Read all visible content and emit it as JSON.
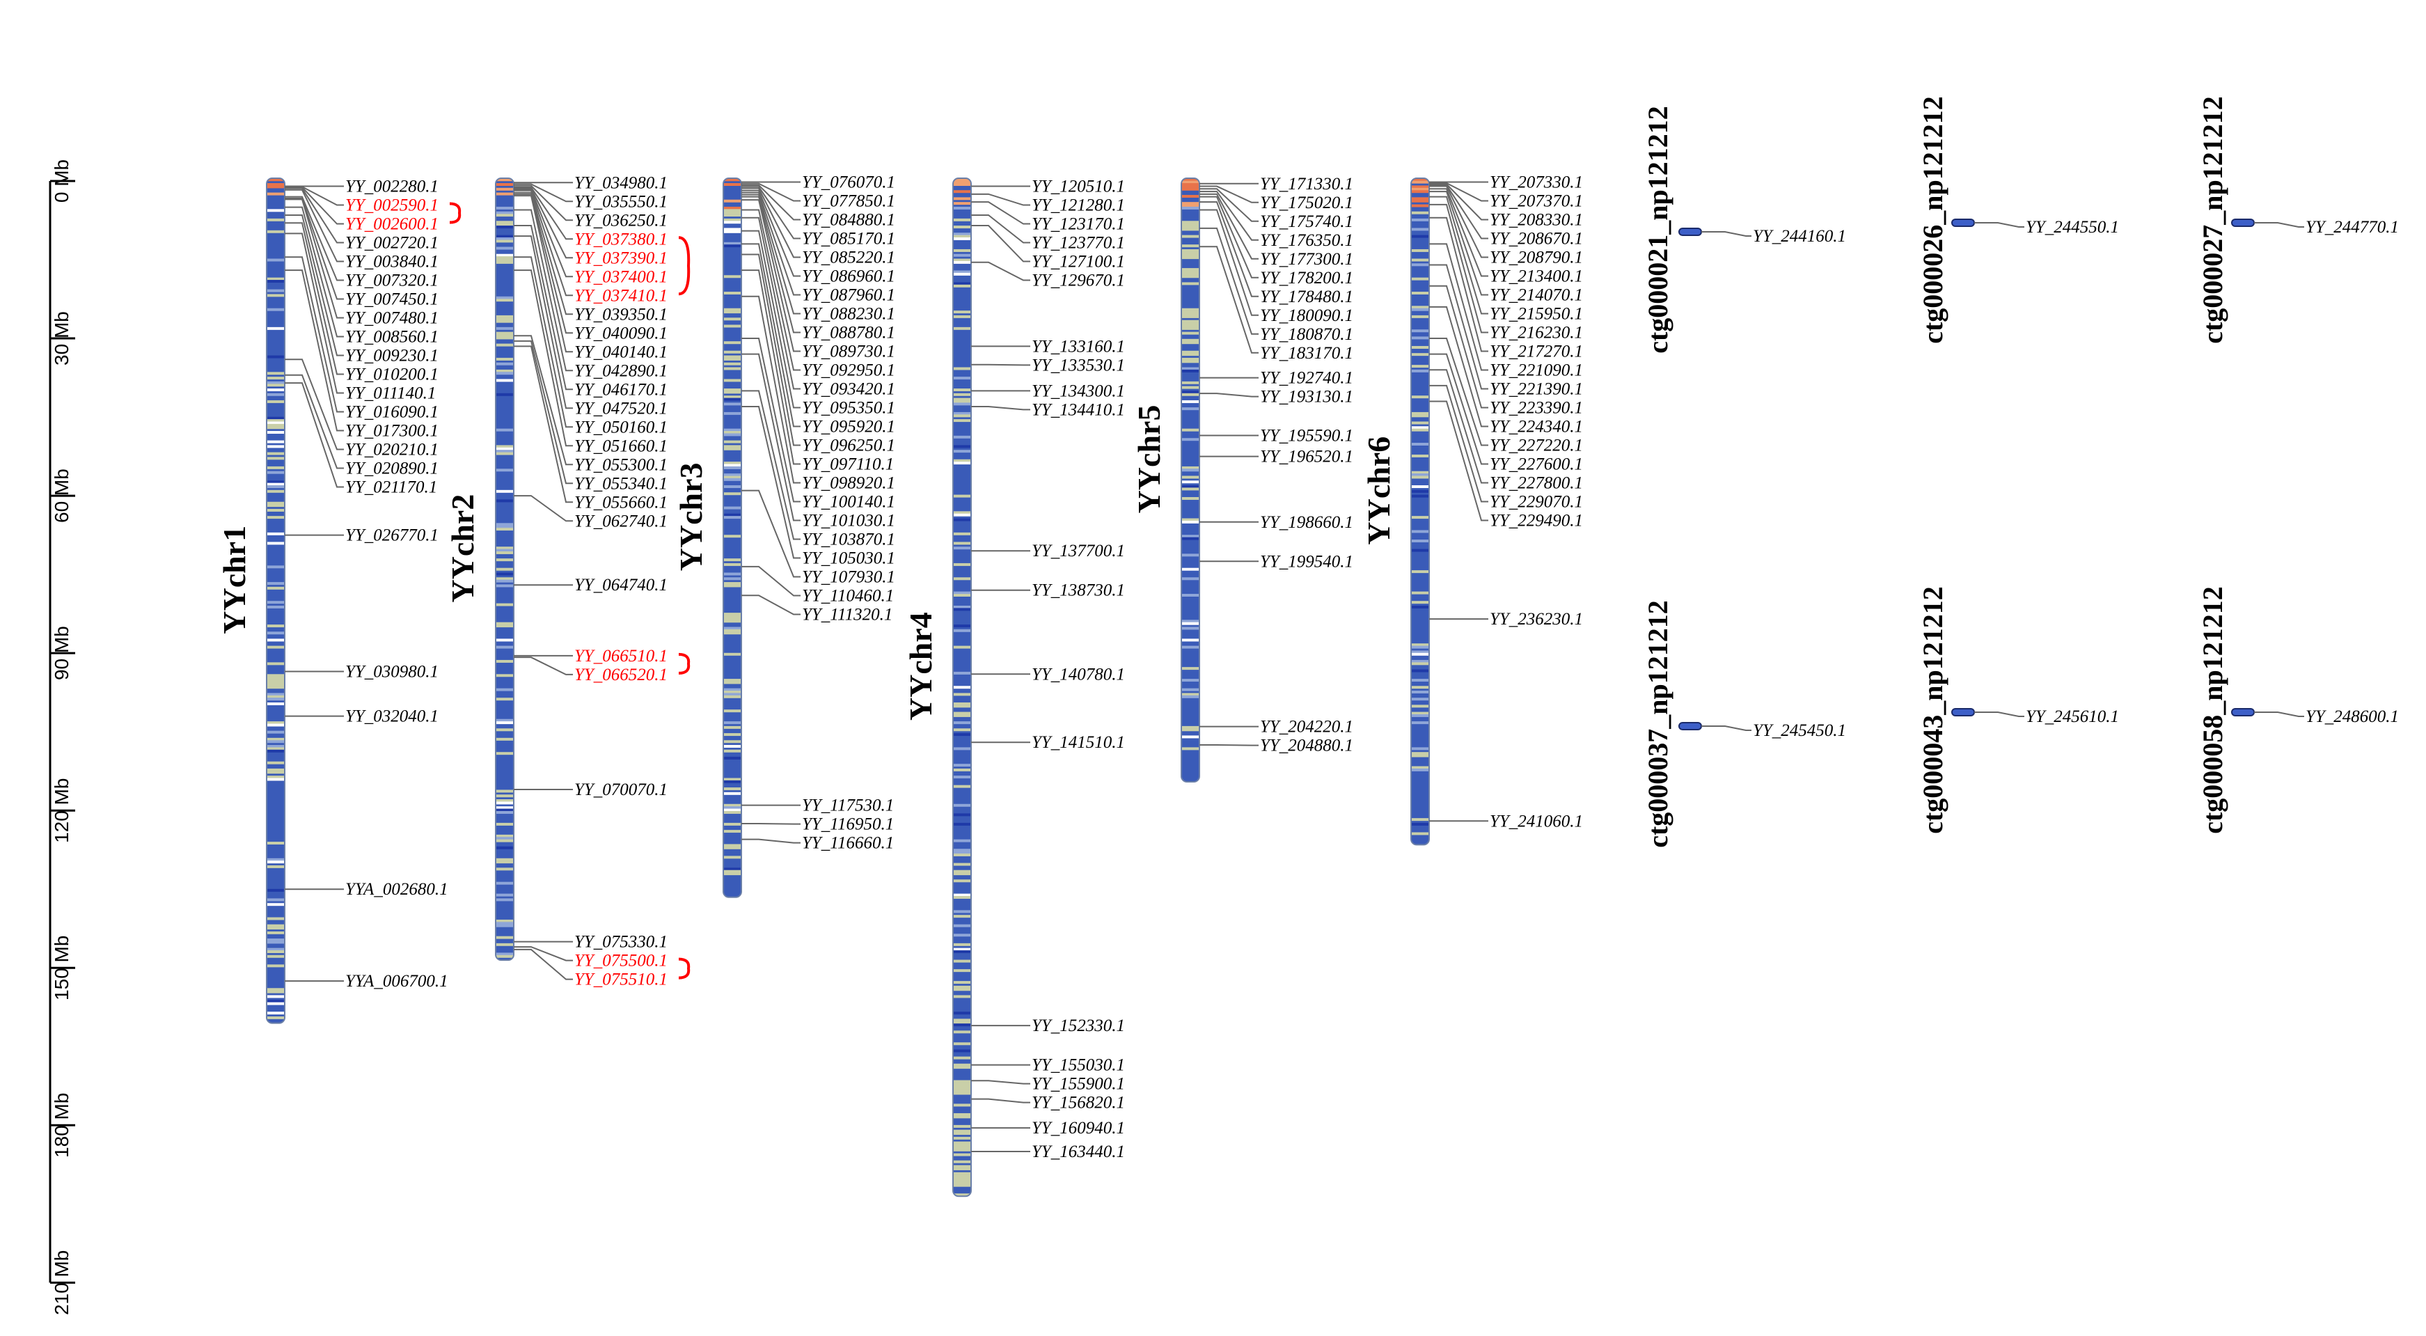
{
  "scale": {
    "ticks": [
      {
        "value": 0,
        "label": "0 Mb"
      },
      {
        "value": 30,
        "label": "30 Mb"
      },
      {
        "value": 60,
        "label": "60 Mb"
      },
      {
        "value": 90,
        "label": "90 Mb"
      },
      {
        "value": 120,
        "label": "120 Mb"
      },
      {
        "value": 150,
        "label": "150 Mb"
      },
      {
        "value": 180,
        "label": "180 Mb"
      },
      {
        "value": 210,
        "label": "210 Mb"
      }
    ]
  },
  "colors": {
    "density_low": "#3a5bb8",
    "density_mid": "#c9cfa8",
    "density_high": "#e8734a",
    "highlight": "#ff0000",
    "leader": "#666666"
  },
  "chromosomes": [
    {
      "name": "YYchr1",
      "length_mb": 160,
      "genes": [
        {
          "id": "YY_002280.1",
          "pos": 1.0
        },
        {
          "id": "YY_002590.1",
          "pos": 1.1,
          "red": true
        },
        {
          "id": "YY_002600.1",
          "pos": 1.2,
          "red": true
        },
        {
          "id": "YY_002720.1",
          "pos": 1.4
        },
        {
          "id": "YY_003840.1",
          "pos": 1.7
        },
        {
          "id": "YY_007320.1",
          "pos": 3.0
        },
        {
          "id": "YY_007450.1",
          "pos": 3.3
        },
        {
          "id": "YY_007480.1",
          "pos": 3.5
        },
        {
          "id": "YY_008560.1",
          "pos": 5.0
        },
        {
          "id": "YY_009230.1",
          "pos": 6.5
        },
        {
          "id": "YY_010200.1",
          "pos": 8.0
        },
        {
          "id": "YY_011140.1",
          "pos": 10.0
        },
        {
          "id": "YY_016090.1",
          "pos": 14.5
        },
        {
          "id": "YY_017300.1",
          "pos": 17.0
        },
        {
          "id": "YY_020210.1",
          "pos": 34.0
        },
        {
          "id": "YY_020890.1",
          "pos": 37.0
        },
        {
          "id": "YY_021170.1",
          "pos": 38.5
        },
        {
          "id": "YY_026770.1",
          "pos": 67.5
        },
        {
          "id": "YY_030980.1",
          "pos": 93.5
        },
        {
          "id": "YY_032040.1",
          "pos": 102.0
        },
        {
          "id": "YYA_002680.1",
          "pos": 135.0
        },
        {
          "id": "YYA_006700.1",
          "pos": 152.5
        }
      ],
      "brackets": [
        [
          1,
          2
        ]
      ]
    },
    {
      "name": "YYchr2",
      "length_mb": 148,
      "genes": [
        {
          "id": "YY_034980.1",
          "pos": 0.3
        },
        {
          "id": "YY_035550.1",
          "pos": 0.6
        },
        {
          "id": "YY_036250.1",
          "pos": 0.9
        },
        {
          "id": "YY_037380.1",
          "pos": 1.2,
          "red": true
        },
        {
          "id": "YY_037390.1",
          "pos": 1.4,
          "red": true
        },
        {
          "id": "YY_037400.1",
          "pos": 1.6,
          "red": true
        },
        {
          "id": "YY_037410.1",
          "pos": 1.8,
          "red": true
        },
        {
          "id": "YY_039350.1",
          "pos": 2.2
        },
        {
          "id": "YY_040090.1",
          "pos": 2.5
        },
        {
          "id": "YY_040140.1",
          "pos": 2.8
        },
        {
          "id": "YY_042890.1",
          "pos": 5.5
        },
        {
          "id": "YY_046170.1",
          "pos": 8.5
        },
        {
          "id": "YY_047520.1",
          "pos": 10.5
        },
        {
          "id": "YY_050160.1",
          "pos": 14.5
        },
        {
          "id": "YY_051660.1",
          "pos": 17.0
        },
        {
          "id": "YY_055300.1",
          "pos": 29.5
        },
        {
          "id": "YY_055340.1",
          "pos": 30.5
        },
        {
          "id": "YY_055660.1",
          "pos": 31.5
        },
        {
          "id": "YY_062740.1",
          "pos": 60.0
        },
        {
          "id": "YY_064740.1",
          "pos": 77.0
        },
        {
          "id": "YY_066510.1",
          "pos": 90.5,
          "red": true
        },
        {
          "id": "YY_066520.1",
          "pos": 90.8,
          "red": true
        },
        {
          "id": "YY_070070.1",
          "pos": 116.0
        },
        {
          "id": "YY_075330.1",
          "pos": 145.0
        },
        {
          "id": "YY_075500.1",
          "pos": 146.0,
          "red": true
        },
        {
          "id": "YY_075510.1",
          "pos": 146.5,
          "red": true
        }
      ],
      "brackets": [
        [
          3,
          6
        ],
        [
          20,
          21
        ],
        [
          24,
          25
        ]
      ]
    },
    {
      "name": "YYchr3",
      "length_mb": 136,
      "genes": [
        {
          "id": "YY_076070.1",
          "pos": 0.2
        },
        {
          "id": "YY_077850.1",
          "pos": 0.5
        },
        {
          "id": "YY_084880.1",
          "pos": 0.8
        },
        {
          "id": "YY_085170.1",
          "pos": 1.1
        },
        {
          "id": "YY_085220.1",
          "pos": 1.4
        },
        {
          "id": "YY_086960.1",
          "pos": 1.8
        },
        {
          "id": "YY_087960.1",
          "pos": 2.2
        },
        {
          "id": "YY_088230.1",
          "pos": 2.6
        },
        {
          "id": "YY_088780.1",
          "pos": 3.0
        },
        {
          "id": "YY_089730.1",
          "pos": 3.6
        },
        {
          "id": "YY_092950.1",
          "pos": 5.5
        },
        {
          "id": "YY_093420.1",
          "pos": 7.0
        },
        {
          "id": "YY_095350.1",
          "pos": 9.5
        },
        {
          "id": "YY_095920.1",
          "pos": 12.0
        },
        {
          "id": "YY_096250.1",
          "pos": 14.0
        },
        {
          "id": "YY_097110.1",
          "pos": 17.0
        },
        {
          "id": "YY_098920.1",
          "pos": 22.0
        },
        {
          "id": "YY_100140.1",
          "pos": 30.0
        },
        {
          "id": "YY_101030.1",
          "pos": 33.0
        },
        {
          "id": "YY_103870.1",
          "pos": 40.0
        },
        {
          "id": "YY_105030.1",
          "pos": 43.0
        },
        {
          "id": "YY_107930.1",
          "pos": 59.0
        },
        {
          "id": "YY_110460.1",
          "pos": 73.5
        },
        {
          "id": "YY_111320.1",
          "pos": 79.0
        },
        {
          "id": "YY_117530.1",
          "pos": 119.0
        },
        {
          "id": "YY_116950.1",
          "pos": 122.5
        },
        {
          "id": "YY_116660.1",
          "pos": 125.5
        }
      ],
      "brackets": []
    },
    {
      "name": "YYchr4",
      "length_mb": 193,
      "genes": [
        {
          "id": "YY_120510.1",
          "pos": 1.0
        },
        {
          "id": "YY_121280.1",
          "pos": 2.5
        },
        {
          "id": "YY_123170.1",
          "pos": 4.0
        },
        {
          "id": "YY_123770.1",
          "pos": 6.5
        },
        {
          "id": "YY_127100.1",
          "pos": 8.5
        },
        {
          "id": "YY_129670.1",
          "pos": 15.5
        },
        {
          "id": "YY_133160.1",
          "pos": 31.5
        },
        {
          "id": "YY_133530.1",
          "pos": 35.0
        },
        {
          "id": "YY_134300.1",
          "pos": 40.0
        },
        {
          "id": "YY_134410.1",
          "pos": 43.0
        },
        {
          "id": "YY_137700.1",
          "pos": 70.5
        },
        {
          "id": "YY_138730.1",
          "pos": 78.0
        },
        {
          "id": "YY_140780.1",
          "pos": 94.0
        },
        {
          "id": "YY_141510.1",
          "pos": 107.0
        },
        {
          "id": "YY_152330.1",
          "pos": 161.0
        },
        {
          "id": "YY_155030.1",
          "pos": 168.5
        },
        {
          "id": "YY_155900.1",
          "pos": 171.5
        },
        {
          "id": "YY_156820.1",
          "pos": 175.0
        },
        {
          "id": "YY_160940.1",
          "pos": 180.5
        },
        {
          "id": "YY_163440.1",
          "pos": 185.0
        }
      ],
      "brackets": []
    },
    {
      "name": "YYchr5",
      "length_mb": 114,
      "genes": [
        {
          "id": "YY_171330.1",
          "pos": 0.5
        },
        {
          "id": "YY_175020.1",
          "pos": 1.0
        },
        {
          "id": "YY_175740.1",
          "pos": 1.5
        },
        {
          "id": "YY_176350.1",
          "pos": 2.0
        },
        {
          "id": "YY_177300.1",
          "pos": 2.5
        },
        {
          "id": "YY_178200.1",
          "pos": 3.0
        },
        {
          "id": "YY_178480.1",
          "pos": 4.0
        },
        {
          "id": "YY_180090.1",
          "pos": 5.5
        },
        {
          "id": "YY_180870.1",
          "pos": 9.0
        },
        {
          "id": "YY_183170.1",
          "pos": 12.5
        },
        {
          "id": "YY_192740.1",
          "pos": 37.5
        },
        {
          "id": "YY_193130.1",
          "pos": 40.5
        },
        {
          "id": "YY_195590.1",
          "pos": 48.5
        },
        {
          "id": "YY_196520.1",
          "pos": 52.5
        },
        {
          "id": "YY_198660.1",
          "pos": 65.0
        },
        {
          "id": "YY_199540.1",
          "pos": 72.5
        },
        {
          "id": "YY_204220.1",
          "pos": 104.0
        },
        {
          "id": "YY_204880.1",
          "pos": 107.5
        }
      ],
      "brackets": []
    },
    {
      "name": "YYchr6",
      "length_mb": 126,
      "genes": [
        {
          "id": "YY_207330.1",
          "pos": 0.2
        },
        {
          "id": "YY_207370.1",
          "pos": 0.4
        },
        {
          "id": "YY_208330.1",
          "pos": 0.6
        },
        {
          "id": "YY_208670.1",
          "pos": 0.8
        },
        {
          "id": "YY_208790.1",
          "pos": 1.0
        },
        {
          "id": "YY_213400.1",
          "pos": 1.5
        },
        {
          "id": "YY_214070.1",
          "pos": 2.0
        },
        {
          "id": "YY_215950.1",
          "pos": 3.0
        },
        {
          "id": "YY_216230.1",
          "pos": 4.5
        },
        {
          "id": "YY_217270.1",
          "pos": 7.0
        },
        {
          "id": "YY_221090.1",
          "pos": 12.0
        },
        {
          "id": "YY_221390.1",
          "pos": 16.0
        },
        {
          "id": "YY_223390.1",
          "pos": 20.0
        },
        {
          "id": "YY_224340.1",
          "pos": 24.0
        },
        {
          "id": "YY_227220.1",
          "pos": 30.0
        },
        {
          "id": "YY_227600.1",
          "pos": 33.0
        },
        {
          "id": "YY_227800.1",
          "pos": 36.0
        },
        {
          "id": "YY_229070.1",
          "pos": 39.0
        },
        {
          "id": "YY_229490.1",
          "pos": 42.0
        },
        {
          "id": "YY_236230.1",
          "pos": 83.5
        },
        {
          "id": "YY_241060.1",
          "pos": 122.0
        }
      ],
      "brackets": []
    }
  ],
  "contigs": [
    {
      "name": "ctg000021_np121212",
      "gene": "YY_244160.1"
    },
    {
      "name": "ctg000026_np121212",
      "gene": "YY_244550.1"
    },
    {
      "name": "ctg000027_np121212",
      "gene": "YY_244770.1"
    },
    {
      "name": "ctg000037_np121212",
      "gene": "YY_245450.1"
    },
    {
      "name": "ctg000043_np121212",
      "gene": "YY_245610.1"
    },
    {
      "name": "ctg000058_np121212",
      "gene": "YY_248600.1"
    }
  ]
}
